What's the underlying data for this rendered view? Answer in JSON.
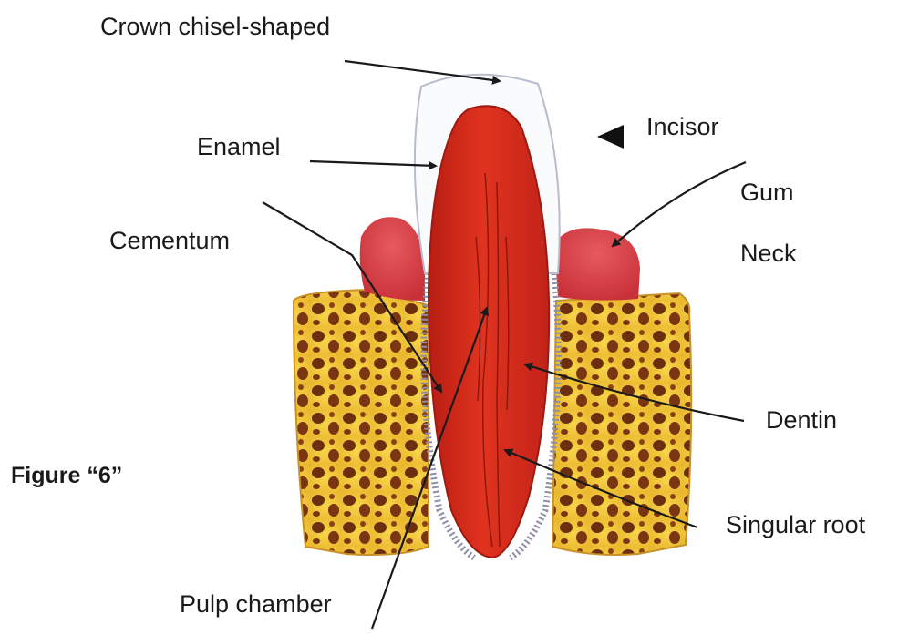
{
  "labels": {
    "crown": "Crown chisel-shaped",
    "enamel": "Enamel",
    "incisor": "Incisor",
    "gum": "Gum",
    "cementum": "Cementum",
    "neck": "Neck",
    "dentin": "Dentin",
    "singular_root": "Singular root",
    "pulp_chamber": "Pulp chamber"
  },
  "caption": "Figure “6”",
  "colors": {
    "tooth": "#d42a1c",
    "tooth_dark": "#9c1a10",
    "gum": "#d8414a",
    "bone": "#f3cb3c",
    "bone_pores": "#6b2f10",
    "arrow": "#1a1a1a"
  }
}
